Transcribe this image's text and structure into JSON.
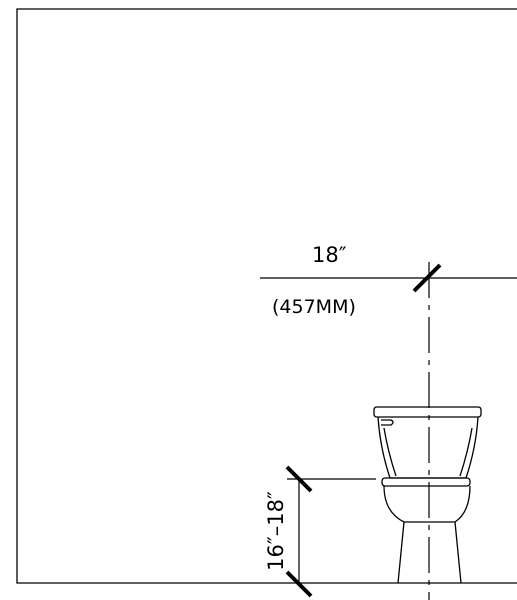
{
  "dimensions": {
    "clearance": {
      "imperial": "18″",
      "metric": "(457MM)"
    },
    "seat_height": {
      "label": "16″–18″"
    }
  }
}
